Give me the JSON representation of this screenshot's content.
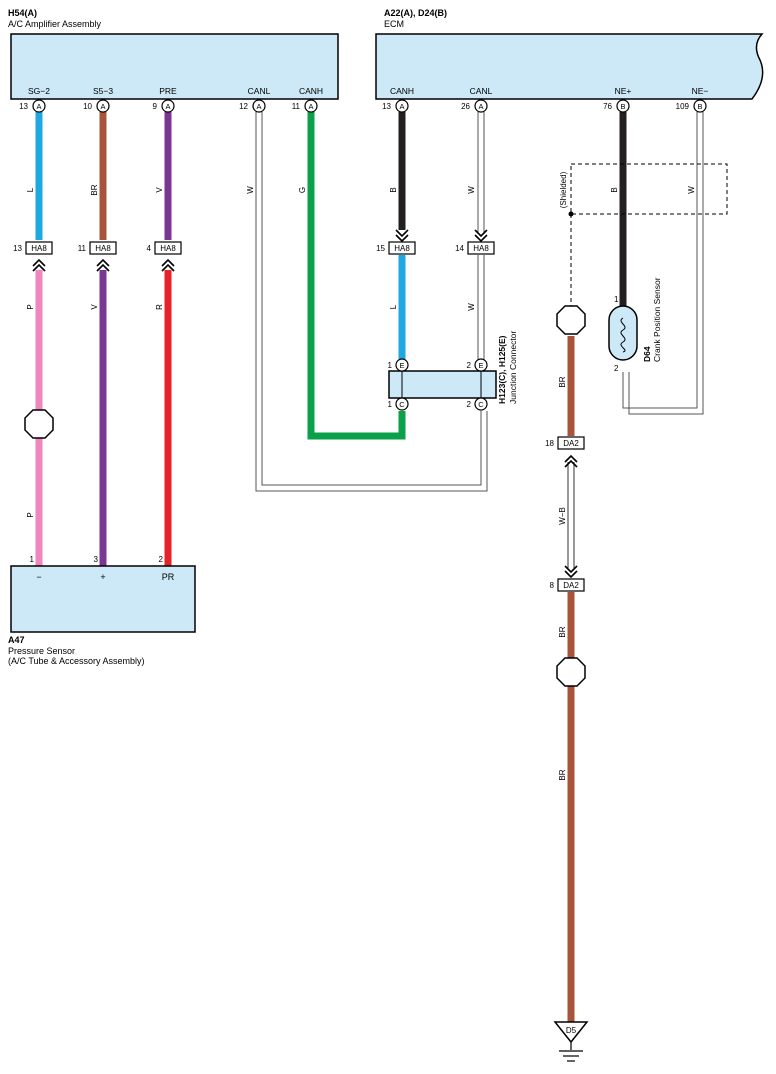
{
  "components": {
    "amp": {
      "code": "H54(A)",
      "name": "A/C Amplifier Assembly",
      "terminals": [
        {
          "pin": "13",
          "conn": "A",
          "label": "SG−2"
        },
        {
          "pin": "10",
          "conn": "A",
          "label": "S5−3"
        },
        {
          "pin": "9",
          "conn": "A",
          "label": "PRE"
        },
        {
          "pin": "12",
          "conn": "A",
          "label": "CANL"
        },
        {
          "pin": "11",
          "conn": "A",
          "label": "CANH"
        }
      ]
    },
    "ecm": {
      "code": "A22(A), D24(B)",
      "name": "ECM",
      "terminals": [
        {
          "pin": "13",
          "conn": "A",
          "label": "CANH"
        },
        {
          "pin": "26",
          "conn": "A",
          "label": "CANL"
        },
        {
          "pin": "76",
          "conn": "B",
          "label": "NE+"
        },
        {
          "pin": "109",
          "conn": "B",
          "label": "NE−"
        }
      ]
    },
    "sensor": {
      "code": "A47",
      "name": "Pressure Sensor",
      "name2": "(A/C Tube & Accessory Assembly)",
      "terminals": [
        {
          "pin": "1",
          "label": "−"
        },
        {
          "pin": "3",
          "label": "+"
        },
        {
          "pin": "2",
          "label": "PR"
        }
      ]
    },
    "junction": {
      "code": "H123(C), H125(E)",
      "name": "Junction Connector",
      "pins": [
        {
          "pin": "1",
          "conn": "E"
        },
        {
          "pin": "2",
          "conn": "E"
        },
        {
          "pin": "1",
          "conn": "C"
        },
        {
          "pin": "2",
          "conn": "C"
        }
      ]
    },
    "crank": {
      "code": "D64",
      "name": "Crank Position Sensor",
      "pin1": "1",
      "pin2": "2"
    }
  },
  "inline_connectors": [
    {
      "pin": "13",
      "name": "HA8"
    },
    {
      "pin": "11",
      "name": "HA8"
    },
    {
      "pin": "4",
      "name": "HA8"
    },
    {
      "pin": "15",
      "name": "HA8"
    },
    {
      "pin": "14",
      "name": "HA8"
    },
    {
      "pin": "18",
      "name": "DA2"
    },
    {
      "pin": "8",
      "name": "DA2"
    }
  ],
  "wire_colors": {
    "sg2_upper": "L",
    "sg2_lower1": "P",
    "sg2_lower2": "P",
    "s53_upper": "BR",
    "s53_lower": "V",
    "pre_upper": "V",
    "pre_lower": "R",
    "amp_canl": "W",
    "amp_canh": "G",
    "ecm_canh_upper": "B",
    "ecm_canh_lower": "L",
    "ecm_canl_upper": "W",
    "ecm_canl_lower": "W",
    "ne_plus": "B",
    "ne_minus": "W",
    "ground_1": "BR",
    "ground_2": "W−B",
    "ground_3": "BR",
    "ground_4": "BR"
  },
  "shielded_label": "(Shielded)",
  "ground_point": "D5",
  "colors": {
    "panel_fill": "#cde9f7",
    "L": "#1ea7e1",
    "P": "#ef86be",
    "BR": "#a8543a",
    "V": "#7b3593",
    "R": "#e52229",
    "G": "#0aa14a",
    "B": "#231f20",
    "W": "#ffffff"
  }
}
